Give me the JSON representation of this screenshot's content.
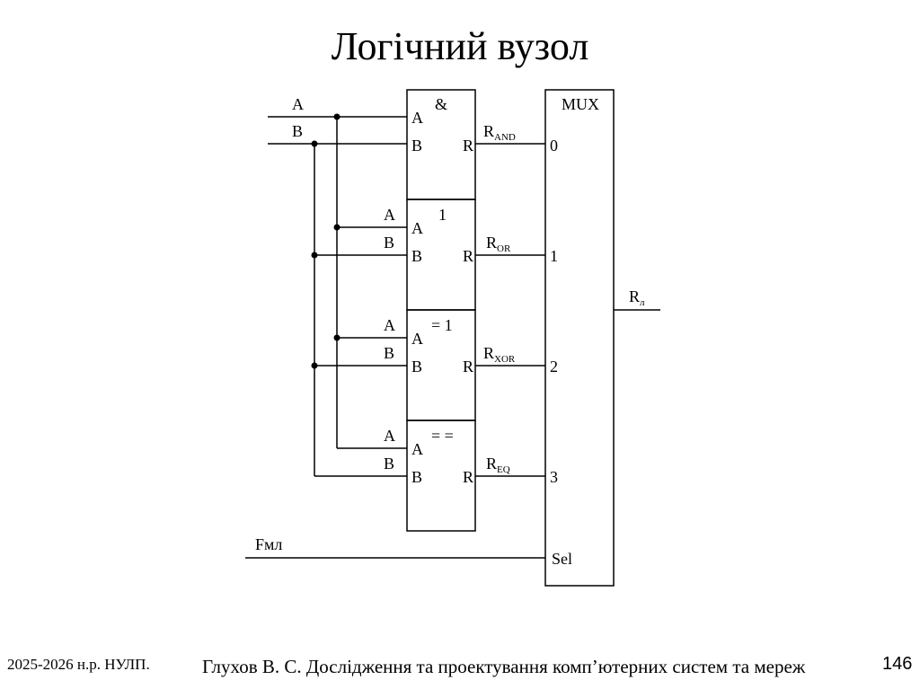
{
  "slide": {
    "title": "Логічний вузол",
    "footer_left": "2025-2026 н.р. НУЛП.",
    "footer_center": "Глухов В. С. Дослідження та проектування комп’ютерних систем та мереж",
    "page_number": "146"
  },
  "diagram": {
    "inputs": {
      "a": "A",
      "b": "B",
      "select": "Fмл"
    },
    "gates": [
      {
        "symbol": "&",
        "in_a": "A",
        "in_b": "B",
        "out": "R",
        "ext_a": "A",
        "ext_b": "B",
        "result_main": "R",
        "result_sub": "AND"
      },
      {
        "symbol": "1",
        "in_a": "A",
        "in_b": "B",
        "out": "R",
        "ext_a": "A",
        "ext_b": "B",
        "result_main": "R",
        "result_sub": "OR"
      },
      {
        "symbol": "= 1",
        "in_a": "A",
        "in_b": "B",
        "out": "R",
        "ext_a": "A",
        "ext_b": "B",
        "result_main": "R",
        "result_sub": "XOR"
      },
      {
        "symbol": "= =",
        "in_a": "A",
        "in_b": "B",
        "out": "R",
        "ext_a": "A",
        "ext_b": "B",
        "result_main": "R",
        "result_sub": "EQ"
      }
    ],
    "mux": {
      "label": "MUX",
      "inputs": [
        "0",
        "1",
        "2",
        "3"
      ],
      "select_label": "Sel",
      "output_main": "R",
      "output_sub": "л"
    }
  }
}
